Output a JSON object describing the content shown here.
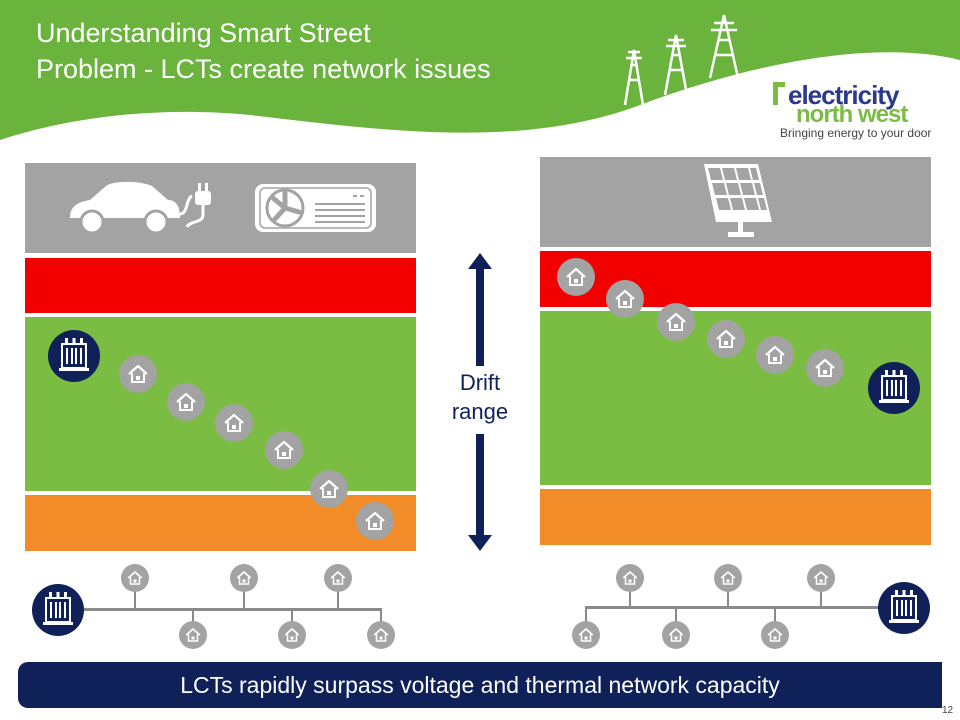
{
  "header": {
    "title_line_1": "Understanding Smart Street",
    "title_line_2": "Problem - LCTs create network issues",
    "colors": {
      "green": "#6ab33c",
      "navy": "#10215a"
    }
  },
  "logo": {
    "word_1": "electricity",
    "word_2": "north west",
    "tagline": "Bringing energy to your door"
  },
  "diagram": {
    "band_colors": {
      "gray": "#a3a3a3",
      "red": "#f20000",
      "green": "#7bbd42",
      "orange": "#f28c28"
    },
    "left_panel_icons": [
      "electric-car-icon",
      "charging-plug-icon",
      "heat-pump-icon"
    ],
    "right_panel_icons": [
      "solar-panel-icon"
    ],
    "drift_label_line_1": "Drift",
    "drift_label_line_2": "range"
  },
  "footer": {
    "message": "LCTs rapidly surpass voltage and thermal network capacity"
  },
  "page_number": "12"
}
